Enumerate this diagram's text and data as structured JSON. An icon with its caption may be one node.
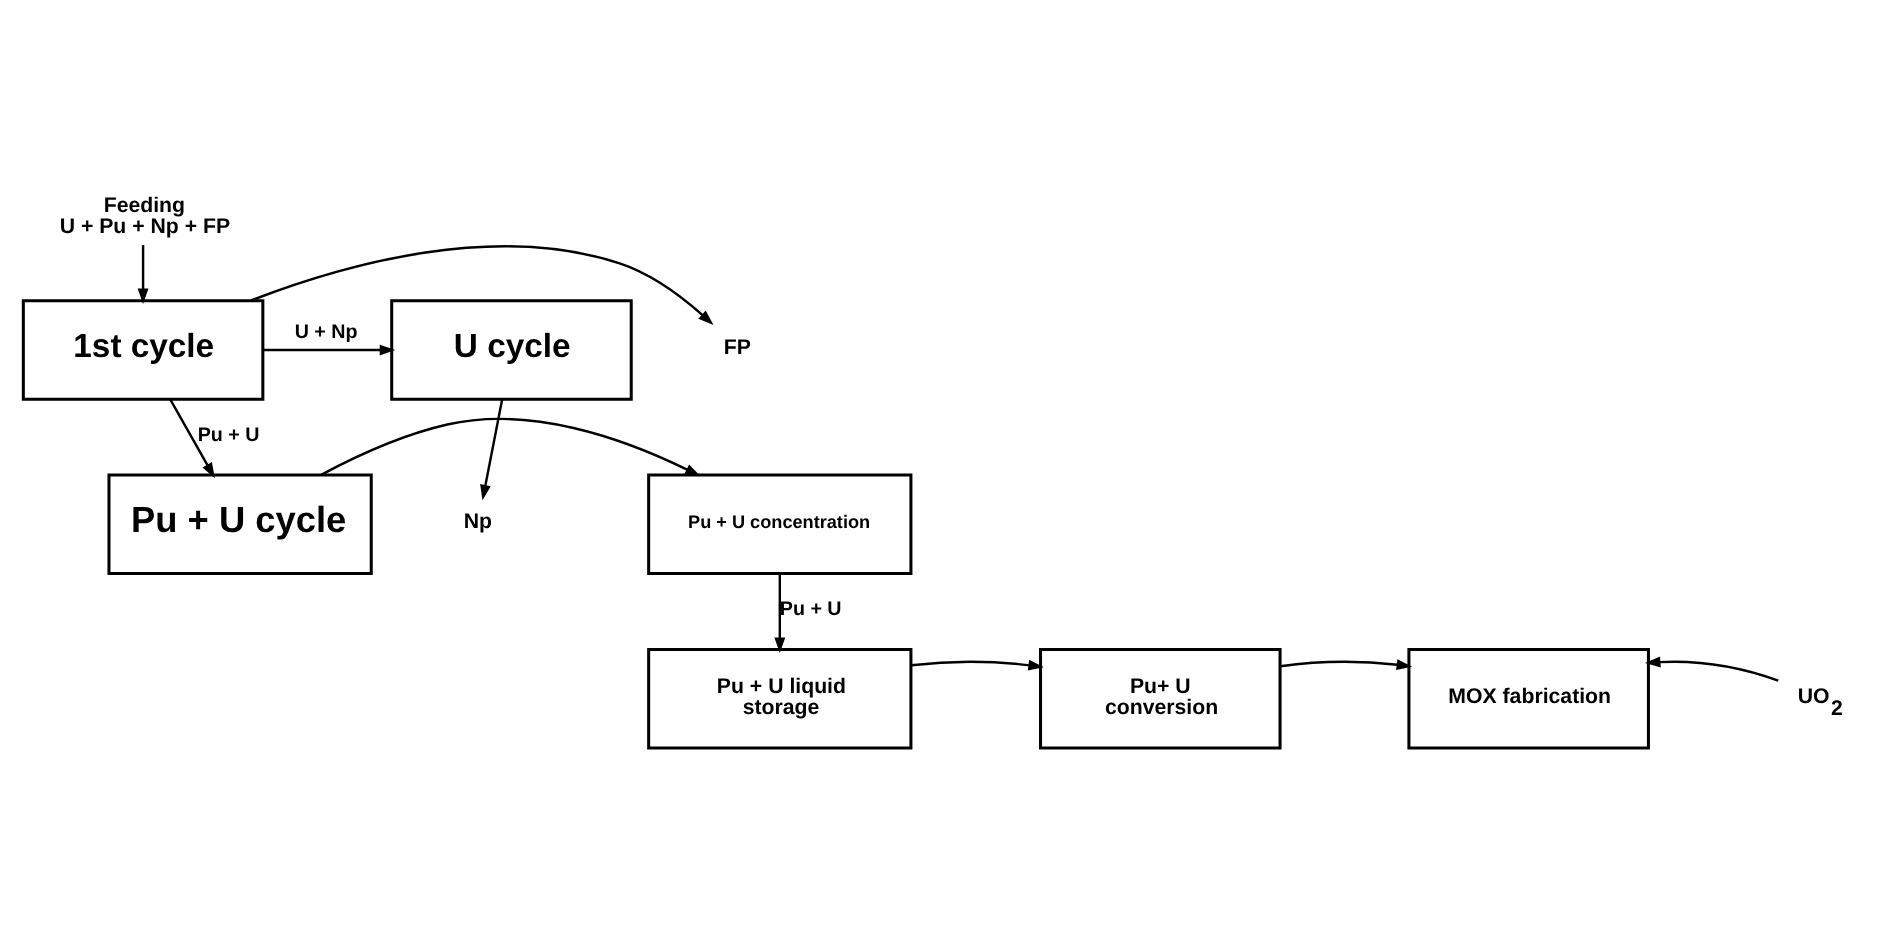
{
  "diagram": {
    "nodes": [
      {
        "text": [
          "Feeding",
          "U + Pu + Np + FP"
        ]
      },
      {
        "text": [
          "FP"
        ]
      },
      {
        "text": [
          "1st cycle"
        ]
      },
      {
        "text": [
          "U cycle"
        ]
      },
      {
        "text": [
          "Np"
        ]
      },
      {
        "text": [
          "Pu + U concentration"
        ]
      },
      {
        "text": [
          "Pu + U cycle"
        ]
      },
      {
        "text": [
          "Pu + U liquid storage"
        ]
      },
      {
        "text": [
          "Pu+ U conversion"
        ]
      },
      {
        "text": [
          "MOX fabrication"
        ]
      },
      {
        "text": [
          "UO$_{2}$"
        ]
      }
    ],
    "edges": [
      {
        "from": 0,
        "to": 2,
        "arrow": "to"
      },
      {
        "from": 2,
        "to": 1,
        "arrow": "to"
      },
      {
        "from": 2,
        "to": 3,
        "arrow": "to",
        "label": "U + Np"
      },
      {
        "from": 3,
        "to": 4,
        "arrow": "to"
      },
      {
        "from": 2,
        "to": 6,
        "arrow": "to",
        "label": "Pu + U"
      },
      {
        "from": 6,
        "to": 5,
        "arrow": "to"
      },
      {
        "from": 5,
        "to": 7,
        "arrow": "to",
        "label": "Pu + U"
      },
      {
        "from": 7,
        "to": 8,
        "arrow": "to"
      },
      {
        "from": 8,
        "to": 9,
        "arrow": "to"
      },
      {
        "from": 10,
        "to": 9,
        "arrow": "to"
      }
    ]
  }
}
